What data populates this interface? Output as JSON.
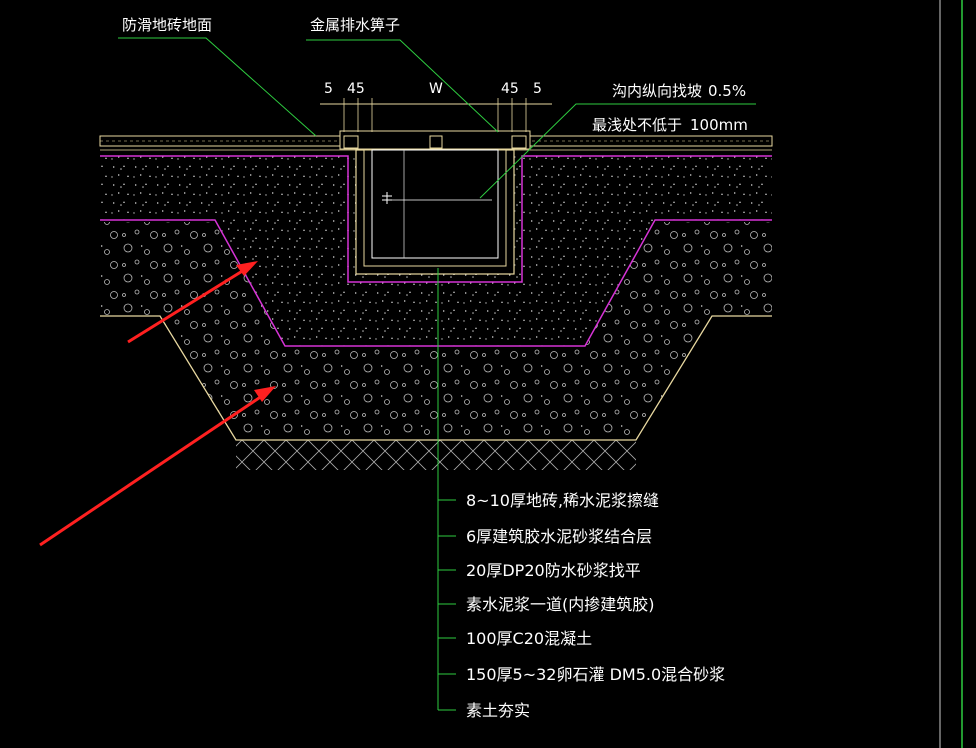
{
  "labels": {
    "floor_tile": "防滑地砖地面",
    "metal_grate": "金属排水箅子",
    "slope": "沟内纵向找坡",
    "slope_value": "0.5%",
    "min_depth": "最浅处不低于",
    "min_depth_value": "100mm"
  },
  "dimensions": [
    "5",
    "45",
    "W",
    "45",
    "5"
  ],
  "layers": [
    "8~10厚地砖,稀水泥浆擦缝",
    "6厚建筑胶水泥砂浆结合层",
    "20厚DP20防水砂浆找平",
    "素水泥浆一道(内掺建筑胶)",
    "100厚C20混凝土",
    "150厚5~32卵石灌 DM5.0混合砂浆",
    "素土夯实"
  ],
  "colors": {
    "background": "#000000",
    "leader": "#2ecc40",
    "magenta": "#d633d6",
    "section": "#e8d8a0",
    "annotation_arrow": "#ff2020",
    "text": "#ffffff"
  }
}
